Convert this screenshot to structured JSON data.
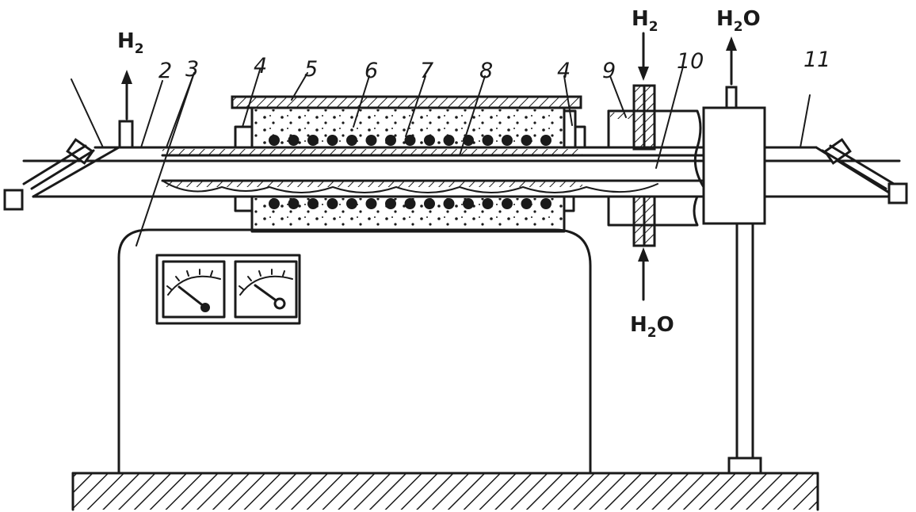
{
  "figure": {
    "labels": {
      "l2": "2",
      "l3": "3",
      "l4a": "4",
      "l4b": "4",
      "l5": "5",
      "l6": "6",
      "l7": "7",
      "l8": "8",
      "l9": "9",
      "l10": "10",
      "l11": "11"
    },
    "gases": {
      "left_out": {
        "base": "H",
        "sub": "2"
      },
      "top_in": {
        "base": "H",
        "sub": "2"
      },
      "top_water": {
        "base": "H",
        "sub": "2",
        "tail": "O"
      },
      "bottom_water": {
        "base": "H",
        "sub": "2",
        "tail": "O"
      }
    }
  }
}
